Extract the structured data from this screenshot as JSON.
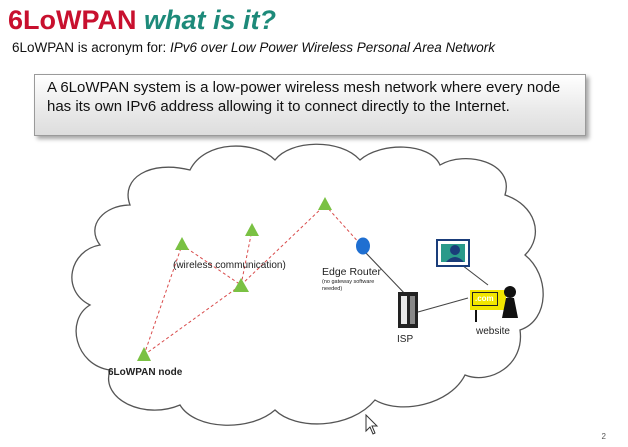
{
  "slide": {
    "title_part1": "6LoWPAN",
    "title_part2": "what is it?",
    "subtitle_prefix": "6LoWPAN is acronym for: ",
    "subtitle_expansion": "IPv6 over Low Power Wireless Personal Area Network",
    "callout_text": "A 6LoWPAN system is a low-power wireless mesh network where every node has its own IPv6 address allowing it to connect directly to the Internet.",
    "page_number": "2"
  },
  "diagram": {
    "wireless_label": "(wireless  communication)",
    "edge_router_label": "Edge Router",
    "edge_router_note_line1": "(no gateway software",
    "edge_router_note_line2": "needed)",
    "isp_label": "ISP",
    "website_label": "website",
    "node_label": "6LoWPAN  node",
    "com_badge": ".com"
  },
  "colors": {
    "title_red": "#c8102e",
    "title_teal": "#1d8a7a",
    "node_green": "#7ac143",
    "router_blue": "#1f6fd1",
    "mesh_red": "#d94c4c"
  }
}
